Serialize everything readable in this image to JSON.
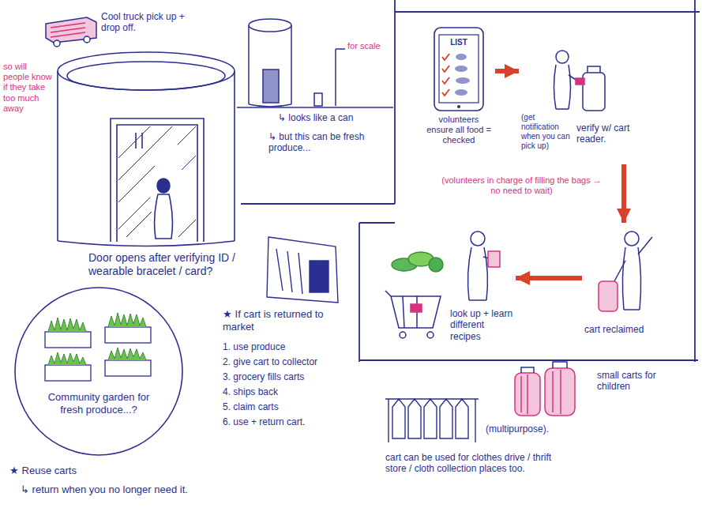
{
  "diagram": {
    "nodes": [
      {
        "text": [
          "LIST",
          "volunteers ensure all food = checked"
        ]
      },
      {
        "text": [
          "(get notification when you can pick up)",
          "verify w/ cart reader."
        ]
      },
      {
        "text": [
          "cart reclaimed"
        ]
      },
      {
        "text": [
          "look up + learn different recipes"
        ]
      },
      {
        "text": [
          "Community garden for fresh produce...?"
        ]
      }
    ],
    "edges": [
      {
        "from": 0,
        "to": 1,
        "arrow": "to"
      },
      {
        "from": 1,
        "to": 2,
        "arrow": "to"
      },
      {
        "from": 2,
        "to": 3,
        "arrow": "to"
      }
    ],
    "labels": [
      "Cool truck pick up + drop off.",
      "so will people know if they take too much away",
      "for scale",
      "↳ looks like a can",
      "↳ but this can be fresh produce...",
      "Door opens after verifying ID / wearable bracelet / card?",
      "(volunteers in charge of filling the bags → no need to wait)",
      "★ If cart is returned to market",
      "1. use produce",
      "2. give cart to collector",
      "3. grocery fills carts",
      "4. ships back",
      "5. claim carts",
      "6. use + return cart.",
      "★ Reuse carts",
      "↳ return when you no longer need it.",
      "cart can be used for clothes drive / thrift store / cloth collection places too.",
      "(multipurpose).",
      "small carts for children"
    ]
  }
}
